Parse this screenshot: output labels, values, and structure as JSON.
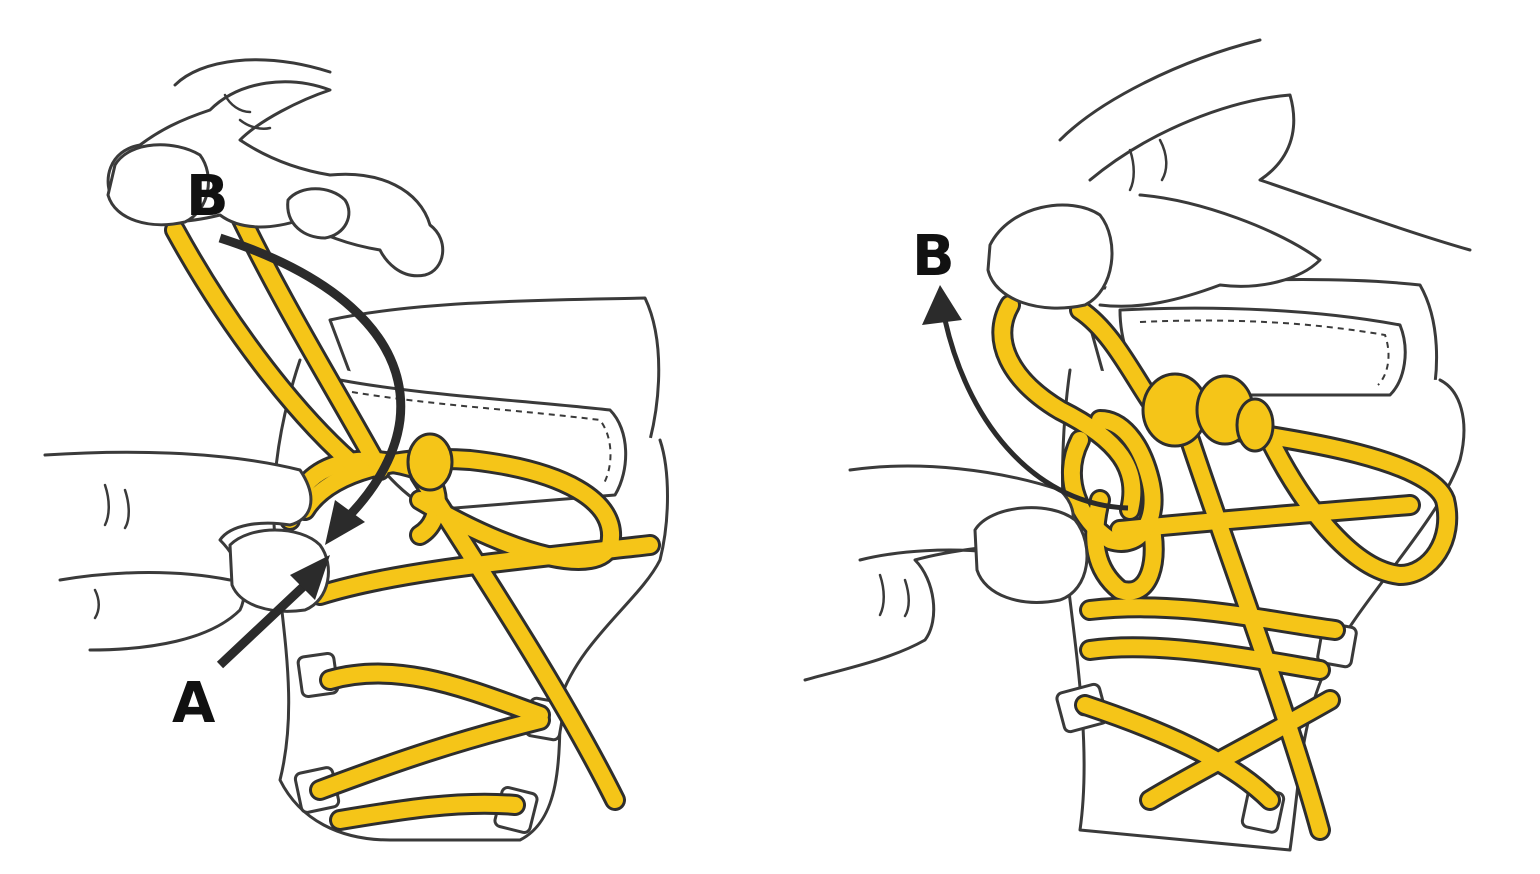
{
  "labels": {
    "left_a": "A",
    "left_b": "B",
    "right_b": "B"
  },
  "colors": {
    "lace": "#f5c518",
    "lace_outline": "#2e2e2e",
    "arrow": "#2b2b2b",
    "label": "#111111",
    "line": "#3a3a3a"
  }
}
